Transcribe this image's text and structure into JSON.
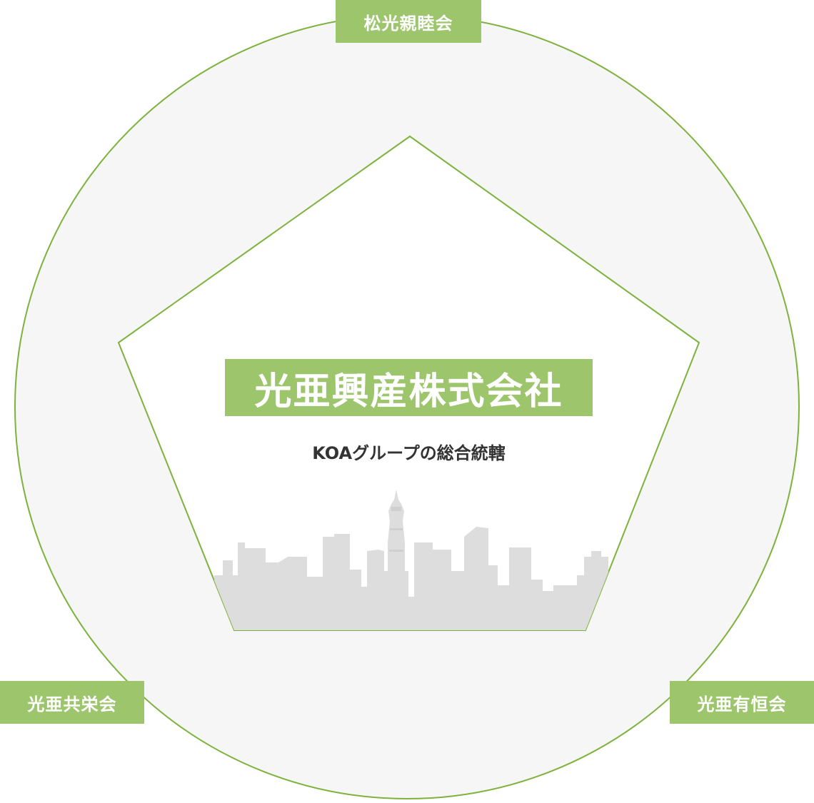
{
  "colors": {
    "accent": "#9cc56c",
    "outline": "#7db23c",
    "ring_fill": "#f6f6f6",
    "skyline": "#dddddd",
    "text_dark": "#333333",
    "text_light": "#ffffff"
  },
  "center": {
    "title": "光亜興産株式会社",
    "subtitle": "KOAグループの総合統轄"
  },
  "groups": {
    "top": "松光親睦会",
    "bottom_left": "光亜共栄会",
    "bottom_right": "光亜有恒会"
  }
}
